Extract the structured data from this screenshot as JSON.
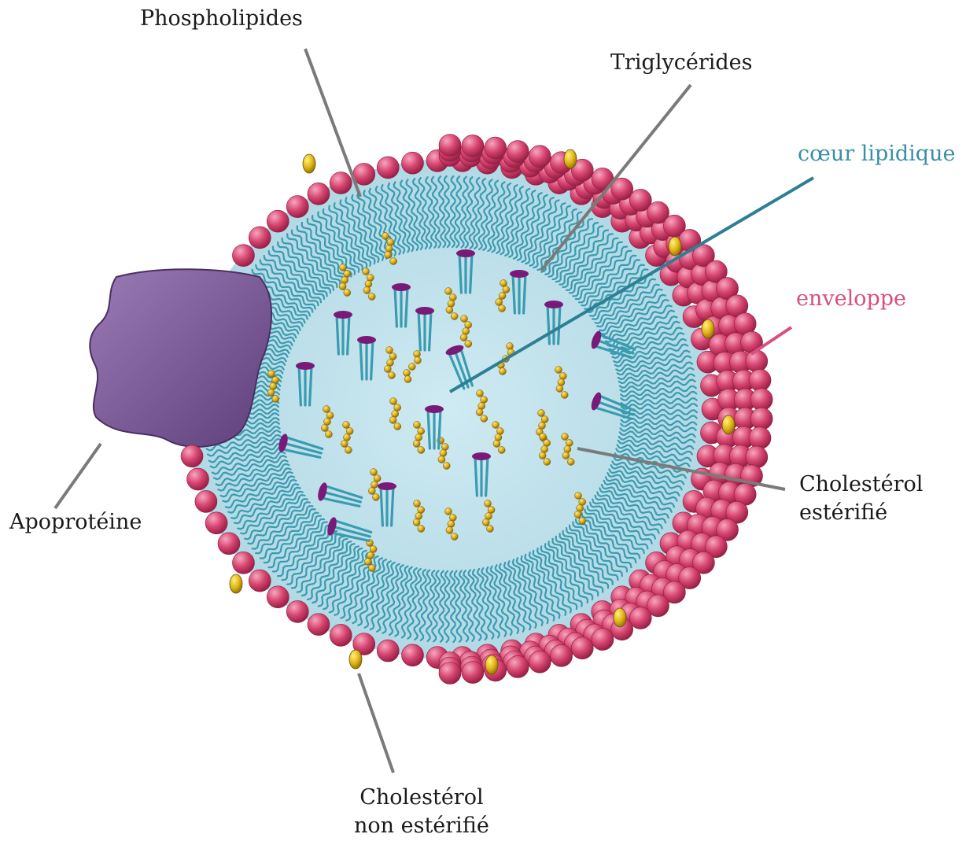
{
  "labels": {
    "phospholipides": "Phospholipides",
    "triglycerides": "Triglycérides",
    "coeur_lipidique": "cœur lipidique",
    "enveloppe": "enveloppe",
    "apoproteine": "Apoprotéine",
    "cholesterol_esterifie_line1": "Cholestérol",
    "cholesterol_esterifie_line2": "estérifié",
    "cholesterol_non_esterifie_line1": "Cholestérol",
    "cholesterol_non_esterifie_line2": "non estérifié"
  },
  "colors": {
    "core_fill": "#bfe3ec",
    "tail_color": "#3a9bb0",
    "head_color": "#d6456f",
    "head_highlight": "#f08aa8",
    "cholesterol_color": "#e8c21c",
    "apoprotein_color": "#7b5a96",
    "triglyceride_cap": "#7a1a78",
    "coeur_label_color": "#3a8fa4",
    "enveloppe_label_color": "#d84f80",
    "leader_grey": "#7a7a7a",
    "leader_teal": "#2d7f94",
    "leader_pink": "#d84f80"
  }
}
